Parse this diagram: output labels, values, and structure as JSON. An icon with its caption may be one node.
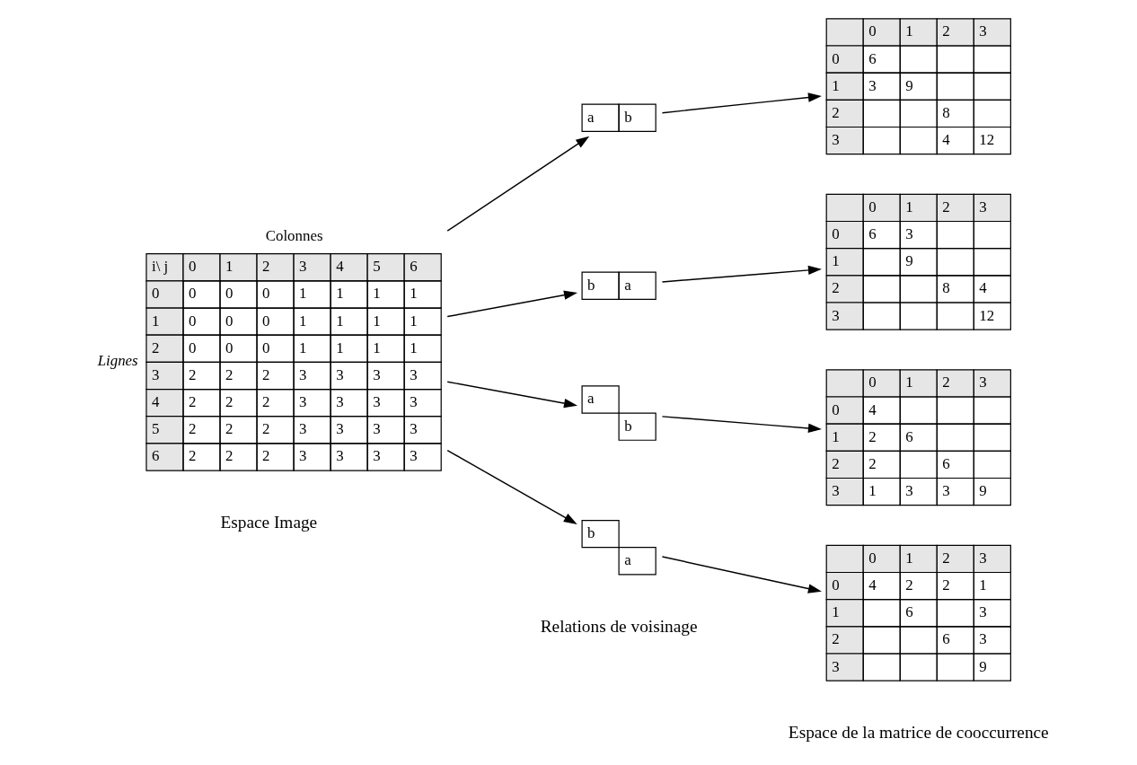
{
  "diagram": {
    "nodes": [
      {
        "text": [
          "Colonnes",
          "i\\ j",
          "0",
          "1",
          "2",
          "3",
          "4",
          "5",
          "6",
          "0",
          "0",
          "0",
          "0",
          "1",
          "1",
          "1",
          "1",
          "1",
          "0",
          "0",
          "0",
          "1",
          "1",
          "1",
          "1",
          "2",
          "0",
          "0",
          "0",
          "1",
          "1",
          "1",
          "1",
          "3",
          "2",
          "2",
          "2",
          "3",
          "3",
          "3",
          "3",
          "4",
          "2",
          "2",
          "2",
          "3",
          "3",
          "3",
          "3",
          "5",
          "2",
          "2",
          "2",
          "3",
          "3",
          "3",
          "3",
          "6",
          "2",
          "2",
          "2",
          "3",
          "3",
          "3",
          "3"
        ],
        "beside": [
          "Lignes"
        ]
      },
      {
        "text": [
          "a",
          "b"
        ]
      },
      {
        "text": [
          "0",
          "1",
          "2",
          "3",
          "0",
          "6",
          "1",
          "3",
          "9",
          "2",
          "8",
          "3",
          "4",
          "12"
        ]
      },
      {
        "text": [
          "b",
          "a"
        ]
      },
      {
        "text": [
          "0",
          "1",
          "2",
          "3",
          "0",
          "6",
          "3",
          "1",
          "9",
          "2",
          "8",
          "4",
          "3",
          "12"
        ]
      },
      {
        "text": [
          "a",
          "b"
        ]
      },
      {
        "text": [
          "0",
          "1",
          "2",
          "3",
          "0",
          "4",
          "1",
          "2",
          "6",
          "2",
          "2",
          "6",
          "3",
          "1",
          "3",
          "3",
          "9"
        ]
      },
      {
        "text": [
          "b",
          "a"
        ]
      },
      {
        "text": [
          "0",
          "1",
          "2",
          "3",
          "0",
          "4",
          "2",
          "2",
          "1",
          "1",
          "6",
          "3",
          "2",
          "6",
          "3",
          "3",
          "9"
        ]
      }
    ],
    "edges": [
      {
        "from": 0,
        "to": 1,
        "arrow": "to"
      },
      {
        "from": 1,
        "to": 2,
        "arrow": "to"
      },
      {
        "from": 0,
        "to": 3,
        "arrow": "to"
      },
      {
        "from": 3,
        "to": 4,
        "arrow": "to"
      },
      {
        "from": 0,
        "to": 5,
        "arrow": "to"
      },
      {
        "from": 5,
        "to": 6,
        "arrow": "to"
      },
      {
        "from": 0,
        "to": 7,
        "arrow": "to"
      },
      {
        "from": 7,
        "to": 8,
        "arrow": "to"
      }
    ],
    "labels": [
      "Espace Image",
      "Relations de voisinage",
      "Espace de la matrice de cooccurrence"
    ]
  }
}
